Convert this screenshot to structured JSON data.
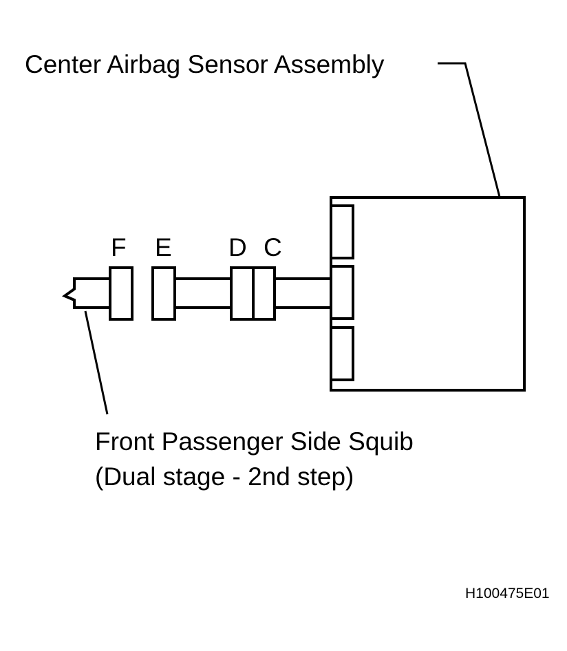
{
  "labels": {
    "sensor_assembly": "Center Airbag Sensor Assembly",
    "squib_line1": "Front Passenger Side Squib",
    "squib_line2": "(Dual stage - 2nd step)",
    "figure_code": "H100475E01"
  },
  "connectors": {
    "F": "F",
    "E": "E",
    "D": "D",
    "C": "C"
  },
  "colors": {
    "line": "#000000",
    "background": "#ffffff"
  }
}
